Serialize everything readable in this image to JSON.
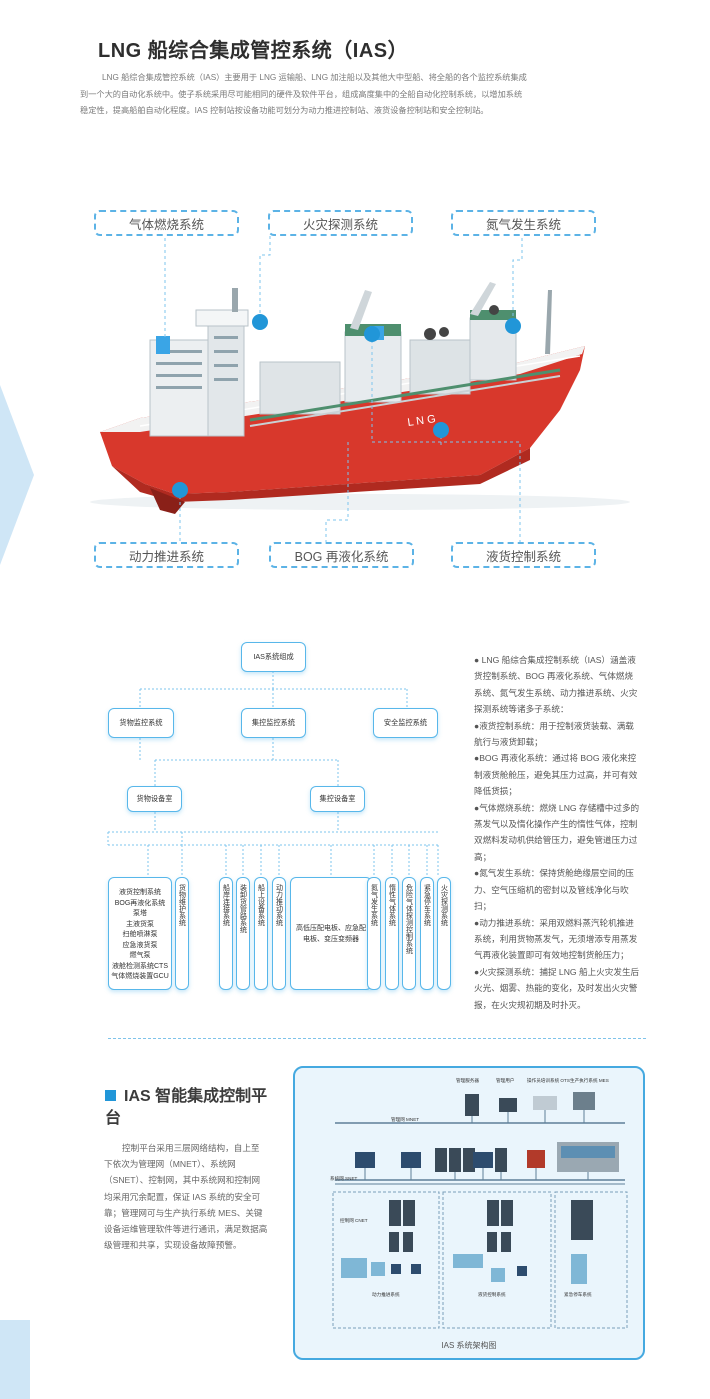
{
  "header": {
    "title": "LNG 船综合集成管控系统（IAS）",
    "intro": "LNG 船综合集成管控系统（IAS）主要用于 LNG 运输船、LNG 加注船以及其他大中型船、将全船的各个监控系统集成到一个大的自动化系统中。使子系统采用尽可能相同的硬件及软件平台，组成高度集中的全船自动化控制系统，以增加系统稳定性，提高船舶自动化程度。IAS 控制站按设备功能可划分为动力推进控制站、液货设备控制站和安全控制站。"
  },
  "ship": {
    "hull_text": "L N G",
    "callouts": {
      "fuel_gas": "气体燃烧系统",
      "fire_detect": "火灾探测系统",
      "nitrogen": "氮气发生系统",
      "propulsion": "动力推进系统",
      "bog": "BOG 再液化系统",
      "cargo": "液货控制系统"
    }
  },
  "org_chart": {
    "root": "IAS系统组成",
    "level2": [
      "货物监控系统",
      "集控监控系统",
      "安全监控系统"
    ],
    "level3": [
      "货物设备室",
      "集控设备室"
    ],
    "leaf_list": [
      "液货控制系统",
      "BOG再液化系统",
      "泵塔",
      "主液货泵",
      "扫舱喷淋泵",
      "应急液货泵",
      "燃气泵",
      "液舱检测系统CTS",
      "气体燃烧装置GCU"
    ],
    "leaf_cargo_protect": "货物维护系统",
    "leaf_shore": "船岸连接系统",
    "leaf_handling": "装卸货管路系统",
    "leaf_onboard": "船上设备系统",
    "leaf_power": "动力推动系统",
    "leaf_switchboards": "高低压配电板、应急配电板、变压变频器",
    "leaf_nitrogen": "氮气发生系统",
    "leaf_inert": "惰性气体系统",
    "leaf_hazard": "危险气体探测控制系统",
    "leaf_emergency": "紧急停车系统",
    "leaf_fire": "火灾探测系统"
  },
  "bullets": [
    "● LNG 船综合集成控制系统（IAS）涵盖液货控制系统、BOG 再液化系统、气体燃烧系统、氮气发生系统、动力推进系统、火灾探测系统等诸多子系统：",
    "●液货控制系统：用于控制液货装载、满载航行与液货卸载；",
    "●BOG 再液化系统：通过将 BOG 液化来控制液货舱舱压，避免其压力过高，并可有效降低货损；",
    "●气体燃烧系统：燃烧 LNG 存储槽中过多的蒸发气以及惰化操作产生的惰性气体，控制双燃料发动机供给管压力，避免管道压力过高；",
    "●氮气发生系统：保持货舱绝缘层空间的压力、空气压缩机的密封以及管线净化与吹扫；",
    "●动力推进系统：采用双燃料蒸汽轮机推进系统，利用货物蒸发气，无须增添专用蒸发气再液化装置即可有效地控制货舱压力；",
    "●火灾探测系统：捕捉 LNG 船上火灾发生后火光、烟雾、热能的变化，及时发出火灾警报，在火灾规初期及时扑灭。"
  ],
  "platform": {
    "title": "IAS 智能集成控制平台",
    "body": "控制平台采用三层网络结构，自上至下依次为管理网（MNET）、系统网（SNET）、控制网，其中系统网和控制网均采用冗余配置，保证 IAS 系统的安全可靠；管理网可与生产执行系统 MES、关键设备运维管理软件等进行通讯，满足数据高级管理和共享，实现设备故障预警。",
    "diagram_caption": "IAS 系统架构图"
  },
  "colors": {
    "accent": "#2196d8",
    "border": "#58b7ea",
    "hull_red": "#d8382c"
  }
}
